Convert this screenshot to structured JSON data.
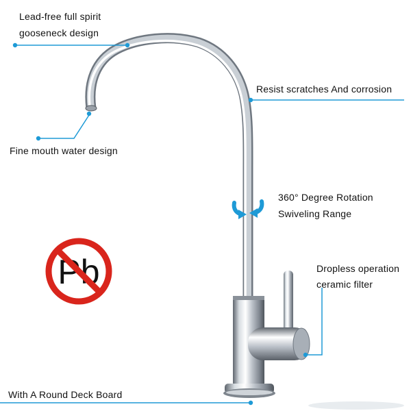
{
  "annotations": {
    "gooseneck_line1": "Lead-free full spirit",
    "gooseneck_line2": "gooseneck design",
    "scratch": "Resist scratches And corrosion",
    "mouth": "Fine mouth water design",
    "rotation_line1": "360° Degree Rotation",
    "rotation_line2": "Swiveling Range",
    "dropless_line1": "Dropless operation",
    "dropless_line2": "ceramic filter",
    "deck": "With A Round Deck Board"
  },
  "badge": {
    "text": "Pb"
  },
  "colors": {
    "accent": "#1e9ad6",
    "prohibit_red": "#d9251c",
    "text": "#111111",
    "chrome_light": "#f4f6f8",
    "chrome_dark": "#7d8590"
  },
  "icons": {
    "rotation": "rotation-arrows-icon",
    "prohibit": "no-lead-icon"
  }
}
